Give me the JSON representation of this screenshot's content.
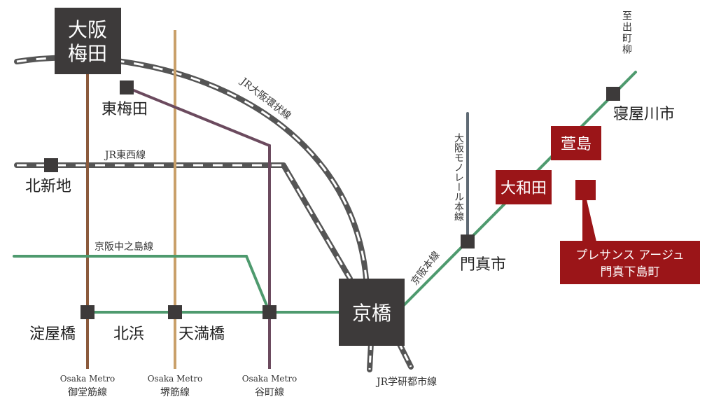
{
  "colors": {
    "jr": "#555555",
    "midosuji": "#8b5a3c",
    "sakaisuji": "#c9a06a",
    "tanimachi": "#6b4a5e",
    "keihan": "#4e9a6e",
    "monorail": "#5f6a74",
    "station": "#3d3a3a",
    "highlight": "#9b1518"
  },
  "hubs": {
    "umeda_line1": "大阪",
    "umeda_line2": "梅田",
    "kyobashi": "京橋"
  },
  "stations": {
    "higashi_umeda": "東梅田",
    "kitashinchi": "北新地",
    "yodoyabashi": "淀屋橋",
    "kitahama": "北浜",
    "temmabashi": "天満橋",
    "kadomashi": "門真市",
    "neyagawashi": "寝屋川市",
    "daiwada": "大和田",
    "kayashima": "萱島"
  },
  "lines": {
    "loop": "JR大阪環状線",
    "tozai": "JR東西線",
    "nakanoshima": "京阪中之島線",
    "keihan_main": "京阪本線",
    "monorail": "大阪モノレール本線",
    "gakkentoshi": "JR学研都市線",
    "metro_prefix": "Osaka Metro",
    "midosuji": "御堂筋線",
    "sakaisuji": "堺筋線",
    "tanimachi": "谷町線",
    "to_demachiyanagi": "至出町柳"
  },
  "property": {
    "line1": "プレサンス アージュ",
    "line2": "門真下島町"
  }
}
